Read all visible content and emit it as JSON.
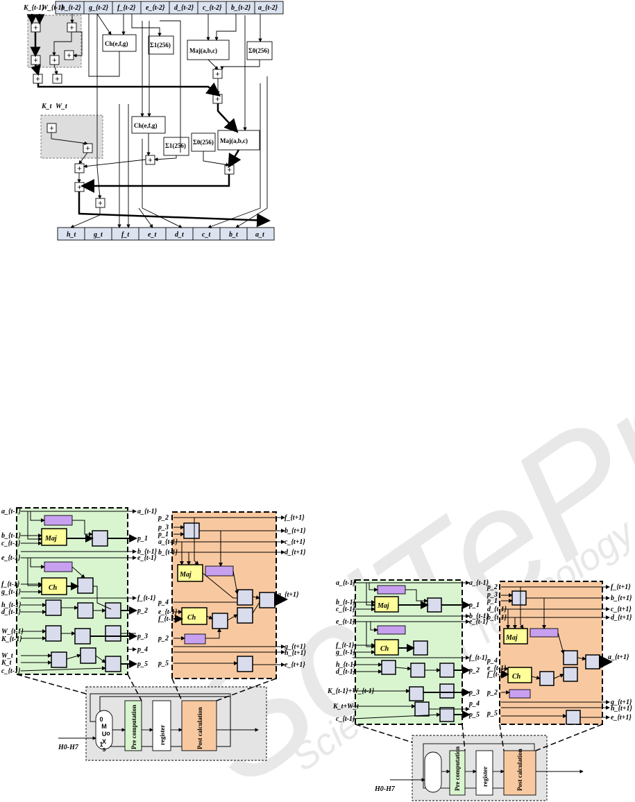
{
  "watermark": {
    "main": "SciTePress",
    "sub": "Science and Technology Publications"
  },
  "top_diagram": {
    "top_regs": [
      "h_{t-2}",
      "g_{t-2}",
      "f_{t-2}",
      "e_{t-2}",
      "d_{t-2}",
      "c_{t-2}",
      "b_{t-2}",
      "a_{t-2}"
    ],
    "bottom_regs": [
      "h_t",
      "g_t",
      "f_t",
      "e_t",
      "d_t",
      "c_t",
      "b_t",
      "a_t"
    ],
    "inputs_top": [
      "K_{t-1}",
      "W_{t-1}"
    ],
    "inputs_mid": [
      "K_t",
      "W_t"
    ],
    "ch_label": "Ch(e,f,g)",
    "maj_label": "Maj(a,b,c)",
    "sigma1_label": "Σ1(256)",
    "sigma0_label": "Σ0(256)",
    "adder": "+"
  },
  "left_diagram": {
    "left_inputs": [
      "a_{t-1}",
      "b_{t-1}",
      "c_{t-1}",
      "e_{t-1}",
      "f_{t-1}",
      "g_{t-1}",
      "h_{t-1}",
      "d_{t-1}",
      "W_{t-1}",
      "K_{t-1}",
      "W_t",
      "K_t",
      "c_{t-1}"
    ],
    "green_outputs": [
      "a_{t-1}",
      "p_1",
      "b_{t-1}",
      "e_{t-1}",
      "f_{t-1}",
      "p_2",
      "p_3",
      "p_4",
      "p_5"
    ],
    "orange_inputs": [
      "p_2",
      "p_3",
      "p_1",
      "a_{t-1}",
      "b_{t-1}",
      "p_4",
      "e_{t-1}",
      "f_{t-1}",
      "p_2",
      "p_5"
    ],
    "orange_outputs": [
      "f_{t+1}",
      "b_{t+1}",
      "c_{t+1}",
      "d_{t+1}",
      "a_{t+1}",
      "g_{t+1}",
      "h_{t+1}",
      "e_{t+1}"
    ],
    "maj": "Maj",
    "ch": "Ch",
    "pipeline": {
      "mux": [
        "0",
        "M",
        "U",
        "X",
        "s",
        "o",
        "1"
      ],
      "pre": "Pre computation",
      "register": "register",
      "post": "Post calculation",
      "h_input": "H0-H7"
    }
  },
  "right_diagram": {
    "left_inputs": [
      "a_{t-1}",
      "b_{t-1}",
      "c_{t-1}",
      "e_{t-1}",
      "f_{t-1}",
      "g_{t-1}",
      "h_{t-1}",
      "d_{t-1}",
      "K_{t-1}+W_{t-1}",
      "K_t+W_t",
      "c_{t-1}"
    ],
    "green_outputs": [
      "a_{t-1}",
      "p_1",
      "b_{t-1}",
      "e_{t-1}",
      "f_{t-1}",
      "p_2",
      "p_3",
      "p_4",
      "p_5"
    ],
    "orange_inputs": [
      "p_2",
      "p_3",
      "p_1",
      "d_{t-1}",
      "b_{t-1}",
      "p_4",
      "e_{t-1}",
      "f_{t-1}",
      "p_2",
      "p_5"
    ],
    "orange_outputs": [
      "f_{t+1}",
      "b_{t+1}",
      "c_{t+1}",
      "d_{t+1}",
      "a_{t+1}",
      "g_{t+1}",
      "h_{t+1}",
      "e_{t+1}"
    ],
    "maj": "Maj",
    "ch": "Ch",
    "pipeline": {
      "pre": "Pre computation",
      "register": "register",
      "post": "Post calculation",
      "h_input": "H0-H7"
    }
  },
  "colors": {
    "green": "#d9f5d0",
    "orange": "#f8c9a0",
    "yellow": "#ffff99",
    "purple": "#c8a0f0",
    "adder": "#d8dcec",
    "reg_blue": "#dce3f0",
    "grey": "#dddddd"
  }
}
